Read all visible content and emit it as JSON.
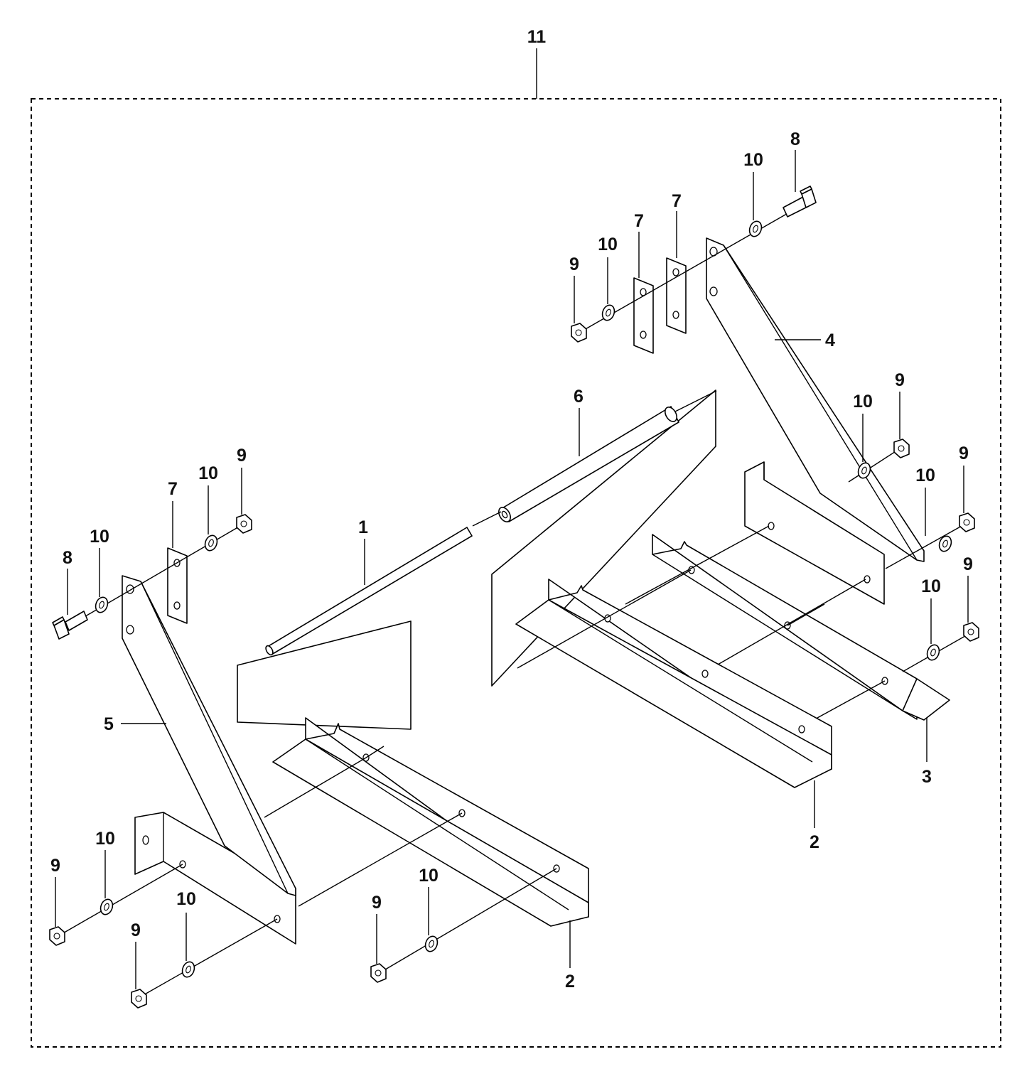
{
  "diagram": {
    "assembly_label": "11",
    "callouts": {
      "c1": "1",
      "c2a": "2",
      "c2b": "2",
      "c3": "3",
      "c4": "4",
      "c5": "5",
      "c6": "6",
      "c7a": "7",
      "c7b": "7",
      "c7c": "7",
      "c8a": "8",
      "c8b": "8",
      "c9a": "9",
      "c9b": "9",
      "c9c": "9",
      "c9d": "9",
      "c9e": "9",
      "c9f": "9",
      "c9g": "9",
      "c9h": "9",
      "c10a": "10",
      "c10b": "10",
      "c10c": "10",
      "c10d": "10",
      "c10e": "10",
      "c10f": "10",
      "c10g": "10",
      "c10h": "10",
      "c10i": "10",
      "c10j": "10"
    }
  }
}
